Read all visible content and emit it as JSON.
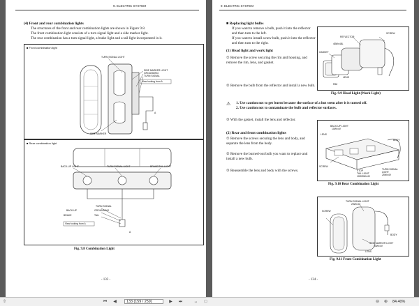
{
  "left_page": {
    "header": "9.  ELECTRIC SYSTEM",
    "section_title": "(4)  Front and rear combination lights",
    "paragraphs": [
      "The structures of the front and rear combination lights are shown in Figure 9.8.",
      "The front combination light consists of a turn signal light and a side marker light.",
      "The rear combination has a turn signal light, a brake light and a tail light incorporated in it."
    ],
    "front_box": {
      "title": "Front combination light",
      "labels": {
        "turn_signal_light": "TURN SIGNAL LIGHT",
        "side_marker_light": "SIDE MARKER LIGHT",
        "grounding": "GROUNDING",
        "turn_signal": "TURN SIGNAL",
        "view": "View looking from",
        "view_letter": "A",
        "side_marker": "SIDE MARKER",
        "letter_a": "A"
      }
    },
    "rear_box": {
      "title": "Rear combination light",
      "labels": {
        "back_up_light": "BACK-UP LIGHT",
        "turn_signal_light": "TURN SIGNAL LIGHT",
        "brake_tail_light": "BRAKE/TAIL LIGHT",
        "turn_signal": "TURN SIGNAL",
        "back_up": "BACK-UP",
        "grounding": "GROUNDING",
        "brake": "BRAKE",
        "tail": "TAIL",
        "view": "View looking from",
        "view_letter": "A",
        "letter_a": "A"
      }
    },
    "figure_caption": "Fig. 9.8    Combination Light",
    "page_number": "- 133 -"
  },
  "right_page": {
    "header": "9.  ELECTRIC SYSTEM",
    "section_title": "Replacing light bulbs",
    "intro": "If you want to remove a bulb, push it into the reflector and then turn to the left.",
    "intro2": "If you want to install a new bulb, push it into the reflector and then turn to the right.",
    "head_light_title": "(1)  Head light and work light",
    "head_steps": [
      "①  Remove the screw securing the rim and housing, and remove the rim, lens, and gasket.",
      "②  Remove the bulb from the reflector and install a new bulb."
    ],
    "fig99": {
      "labels": {
        "reflector": "REFLECTOR",
        "screw": "SCREW",
        "bulb": "48W±48L",
        "gasket": "GASKET",
        "lens": "LENS",
        "rim": "RIM"
      },
      "caption": "Fig. 9.9    Head Light (Work Light)"
    },
    "cautions": [
      "1.  Use caution not to get burnt because the surface of a hot seem after it is turned off.",
      "2.  Use caution not to contaminate the bulb and reflector surfaces."
    ],
    "step3": "③  With the gasket, install the lens and reflector.",
    "rear_title": "(2)  Rear and front combination lights",
    "rear_steps": [
      "①  Remove the screws securing the lens and body, and separate the lens from the body.",
      "②  Remove the burned-out bulb you want to replace and install a new bulb.",
      "③  Reassemble the lens and body with the screws."
    ],
    "fig910": {
      "labels": {
        "back_up_light": "BACK-UP LIGHT",
        "back_up_spec": "10W±4V",
        "lens": "LENS",
        "body": "BODY",
        "screw": "SCREW",
        "stop_tail": "STOP",
        "tail_light": "TAIL LIGHT",
        "tail_spec": "10W/5W±4V",
        "turn_signal_light": "TURN SIGNAL",
        "turn_light": "LIGHT",
        "turn_spec": "25W±4V"
      },
      "caption": "Fig. 9.10    Rear Combination Light"
    },
    "fig911": {
      "labels": {
        "turn_signal_light": "TURN SIGNAL LIGHT",
        "turn_spec": "25W±4V",
        "screw": "SCREW",
        "body": "BODY",
        "side_marker_light": "SIDE MARKER LIGHT",
        "side_spec": "10W±4V",
        "lens": "LENS"
      },
      "caption": "Fig. 9.11    Front Combination Light"
    },
    "page_number": "- 134 -"
  },
  "toolbar": {
    "page_field": "133 (159 / 259)",
    "zoom": "84.40%",
    "icons": [
      "arrow-up-icon",
      "first-page-icon",
      "prev-page-icon",
      "next-page-icon",
      "last-page-icon",
      "fit-width-icon",
      "fit-page-icon",
      "zoom-out-icon",
      "zoom-in-icon"
    ]
  }
}
